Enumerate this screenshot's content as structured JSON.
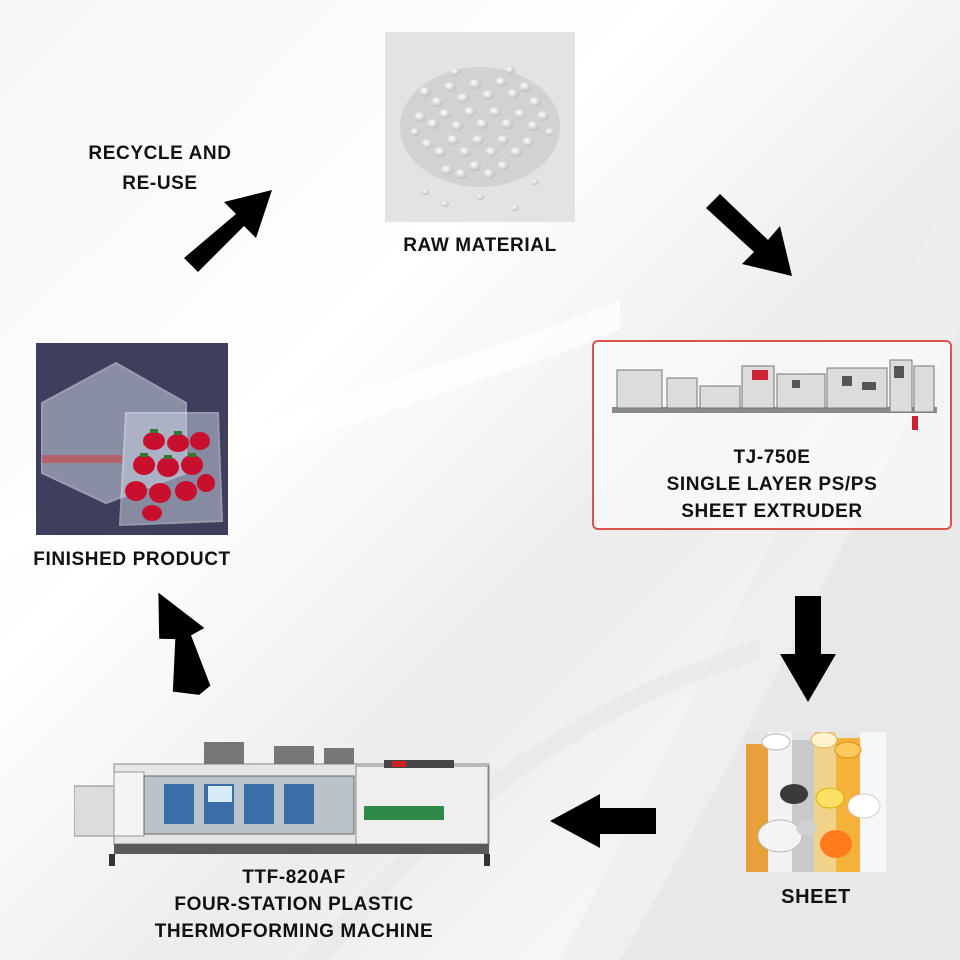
{
  "steps": {
    "raw_material": "RAW MATERIAL",
    "extruder": {
      "model": "TJ-750E",
      "line1": "SINGLE LAYER PS/PS",
      "line2": "SHEET EXTRUDER"
    },
    "sheet": "SHEET",
    "thermoformer": {
      "model": "TTF-820AF",
      "line1": "FOUR-STATION PLASTIC",
      "line2": "THERMOFORMING MACHINE"
    },
    "finished": "FINISHED PRODUCT",
    "recycle": {
      "line1": "RECYCLE AND",
      "line2": "RE-USE"
    }
  },
  "colors": {
    "highlight_border": "#d9534f",
    "arrow": "#000000",
    "text": "#111111"
  },
  "icons": [
    "arrow-raw-to-extruder",
    "arrow-extruder-to-sheet",
    "arrow-sheet-to-thermoformer",
    "arrow-thermoformer-to-product",
    "arrow-product-to-recycle"
  ]
}
